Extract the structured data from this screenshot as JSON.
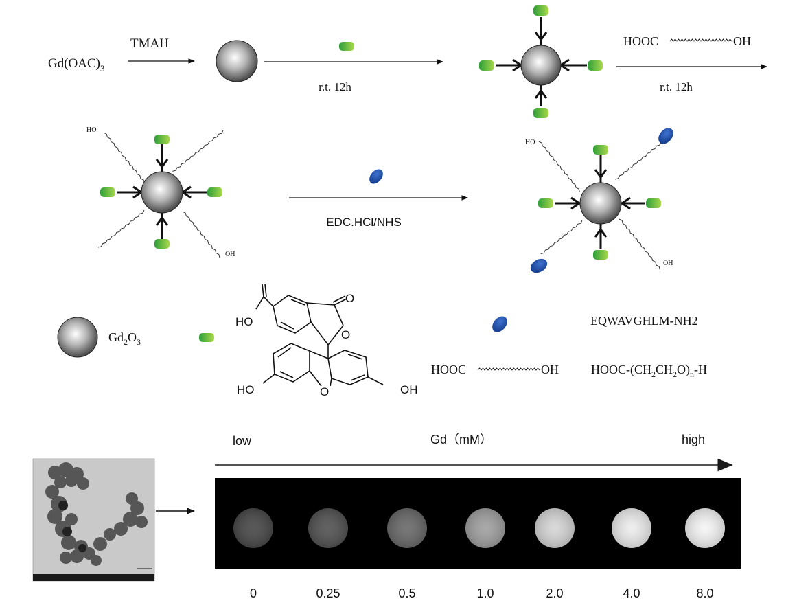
{
  "scheme": {
    "reactant": "Gd(OAC)",
    "reactant_sub": "3",
    "step1_reagent": "TMAH",
    "step2_condition": "r.t. 12h",
    "step3_reagent_left": "HOOC",
    "step3_reagent_right": "OH",
    "step3_condition": "r.t. 12h",
    "step4_condition": "EDC.HCl/NHS",
    "chain_end_left": "HO",
    "chain_end_right": "OH"
  },
  "legend": {
    "gd2o3_main1": "Gd",
    "gd2o3_sub1": "2",
    "gd2o3_main2": "O",
    "gd2o3_sub2": "3",
    "peptide": "EQWAVGHLM-NH2",
    "linker_left": "HOOC",
    "linker_right": "OH",
    "peg_a": "HOOC-(CH",
    "peg_s1": "2",
    "peg_b": "CH",
    "peg_s2": "2",
    "peg_c": "O)",
    "peg_s3": "n",
    "peg_d": "-H",
    "fluor_ho_acid": "HO",
    "fluor_o_top": "O",
    "fluor_o_ring": "O",
    "fluor_ho_left": "HO",
    "fluor_o_bottom": "O",
    "fluor_oh_right": "OH"
  },
  "mri": {
    "low_label": "low",
    "axis_label": "Gd（mM）",
    "high_label": "high",
    "concentrations": [
      "0",
      "0.25",
      "0.5",
      "1.0",
      "2.0",
      "4.0",
      "8.0"
    ],
    "phantom_levels": [
      0.29,
      0.33,
      0.42,
      0.63,
      0.84,
      0.93,
      0.96
    ]
  },
  "colors": {
    "green_tag": "#3aa63a",
    "blue_tag": "#1f4aa0",
    "mri_background": "#000000"
  }
}
